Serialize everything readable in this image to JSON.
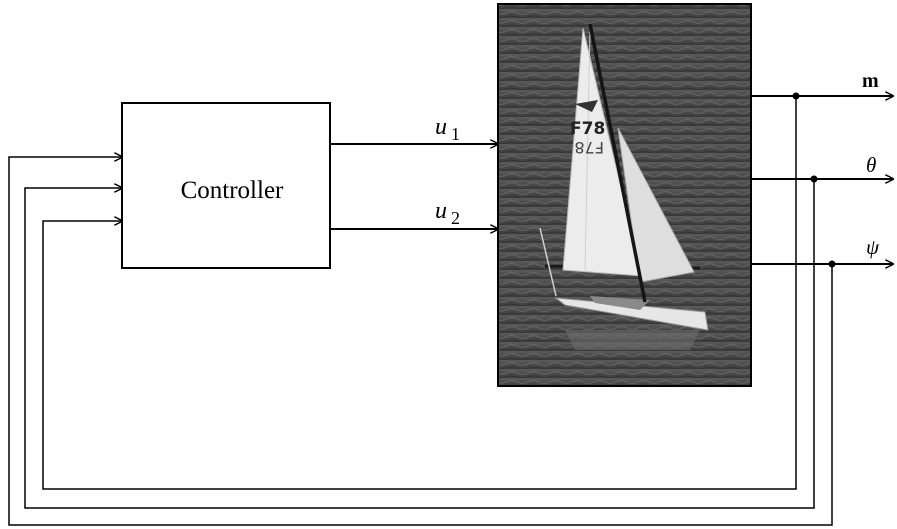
{
  "controller": {
    "label": "Controller"
  },
  "inputs": [
    {
      "var": "u",
      "sub": "1"
    },
    {
      "var": "u",
      "sub": "2"
    }
  ],
  "outputs": [
    {
      "label": "m"
    },
    {
      "label": "θ"
    },
    {
      "label": "ψ"
    }
  ],
  "plant": {
    "image": "sailboat-photo"
  }
}
